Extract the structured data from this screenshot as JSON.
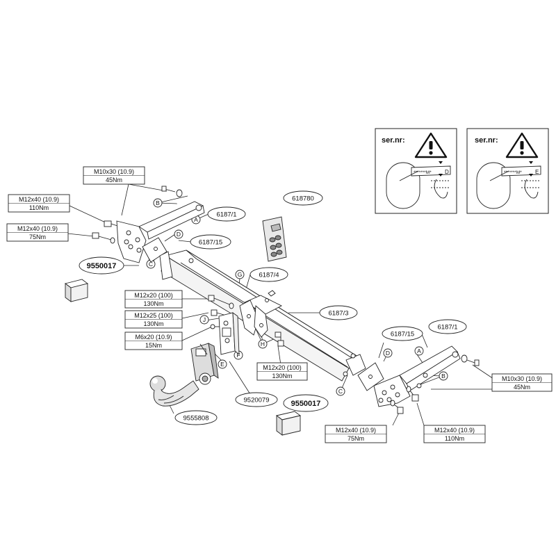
{
  "spec_boxes": {
    "m10_left": {
      "line1": "M10x30 (10.9)",
      "line2": "45Nm"
    },
    "m12_110_left": {
      "line1": "M12x40 (10.9)",
      "line2": "110Nm"
    },
    "m12_75_left": {
      "line1": "M12x40 (10.9)",
      "line2": "75Nm"
    },
    "m12x20_130": {
      "line1": "M12x20 (100)",
      "line2": "130Nm"
    },
    "m12x25_130": {
      "line1": "M12x25 (100)",
      "line2": "130Nm"
    },
    "m6x20_15": {
      "line1": "M6x20 (10.9)",
      "line2": "15Nm"
    },
    "m12x20_center": {
      "line1": "M12x20 (100)",
      "line2": "130Nm"
    },
    "m12_75_right": {
      "line1": "M12x40 (10.9)",
      "line2": "75Nm"
    },
    "m12_110_right": {
      "line1": "M12x40 (10.9)",
      "line2": "110Nm"
    },
    "m10_right": {
      "line1": "M10x30 (10.9)",
      "line2": "45Nm"
    }
  },
  "part_codes": {
    "bracket_left": "6187/1",
    "plate_left": "6187/15",
    "bar_clamp": "6187/4",
    "crossbar": "6187/3",
    "plate_right": "6187/15",
    "bracket_right": "6187/1",
    "label_plate": "618780",
    "socket_plate": "9520079",
    "towball": "9555808",
    "kit_left": "9550017",
    "kit_right": "9550017"
  },
  "letters": {
    "A_left": "A",
    "B_left": "B",
    "C_left": "C",
    "D_left": "D",
    "G": "G",
    "J": "J",
    "H": "H",
    "E": "E",
    "F": "F",
    "C_right": "C",
    "D_right": "D",
    "A_right": "A",
    "B_right": "B"
  },
  "serial_panels": [
    {
      "title": "ser.nr:",
      "plate_text": "*******M*",
      "code": "D"
    },
    {
      "title": "ser.nr:",
      "plate_text": "*******M*",
      "code": "E"
    }
  ]
}
